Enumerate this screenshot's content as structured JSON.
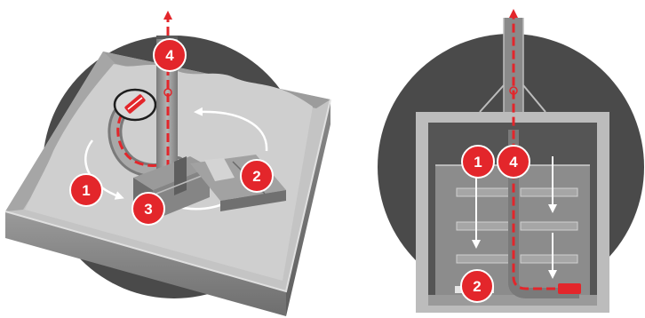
{
  "left_diagram": {
    "markers": {
      "intake": "1",
      "inlet": "2",
      "pump": "3",
      "outlet": "4"
    }
  },
  "right_diagram": {
    "markers": {
      "flow": "1",
      "inlet": "2",
      "outlet": "4"
    }
  },
  "colors": {
    "backdrop": "#4a4a4a",
    "tank": "#b8b8b8",
    "tank_dark": "#808080",
    "pipe": "#8e8e8e",
    "marker": "#e3262b",
    "flow_line": "#e3262b",
    "arrow": "#ffffff"
  }
}
